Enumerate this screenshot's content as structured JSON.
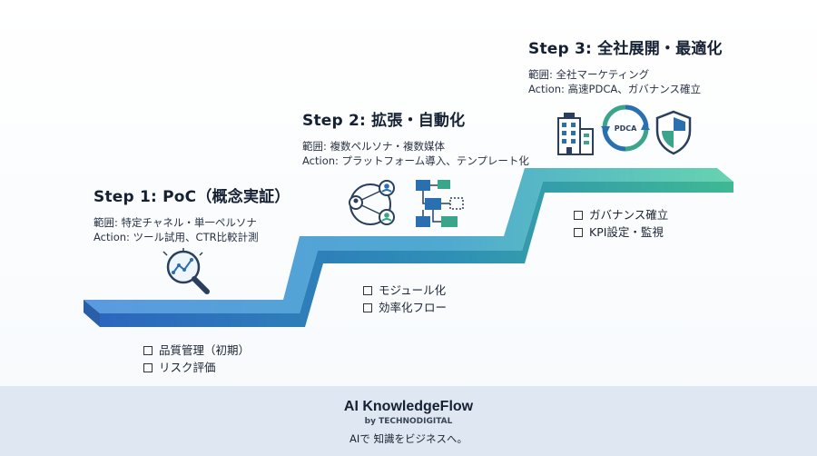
{
  "steps": [
    {
      "title": "Step 1: PoC（概念実証）",
      "scope": "範囲: 特定チャネル・単一ペルソナ",
      "action": "Action: ツール試用、CTR比較計測",
      "checklist": [
        "品質管理（初期）",
        "リスク評価"
      ]
    },
    {
      "title": "Step 2: 拡張・自動化",
      "scope": "範囲: 複数ペルソナ・複数媒体",
      "action": "Action: プラットフォーム導入、テンプレート化",
      "checklist": [
        "モジュール化",
        "効率化フロー"
      ]
    },
    {
      "title": "Step 3: 全社展開・最適化",
      "scope": "範囲: 全社マーケティング",
      "action": "Action: 高速PDCA、ガバナンス確立",
      "checklist": [
        "ガバナンス確立",
        "KPI設定・監視"
      ]
    }
  ],
  "icons": {
    "step1": "magnifier-chart-icon",
    "step2a": "network-people-icon",
    "step2b": "flowchart-icon",
    "step3a": "building-icon",
    "step3b_label": "PDCA",
    "step3c": "shield-icon"
  },
  "colors": {
    "stair_start": "#2f6fc4",
    "stair_end": "#4fc3a0",
    "icon_blue": "#2a6fb0",
    "icon_teal": "#3aa58a"
  },
  "footer": {
    "brand": "AI KnowledgeFlow",
    "by": "by TECHNODIGITAL",
    "tagline": "AIで 知識をビジネスへ。"
  }
}
